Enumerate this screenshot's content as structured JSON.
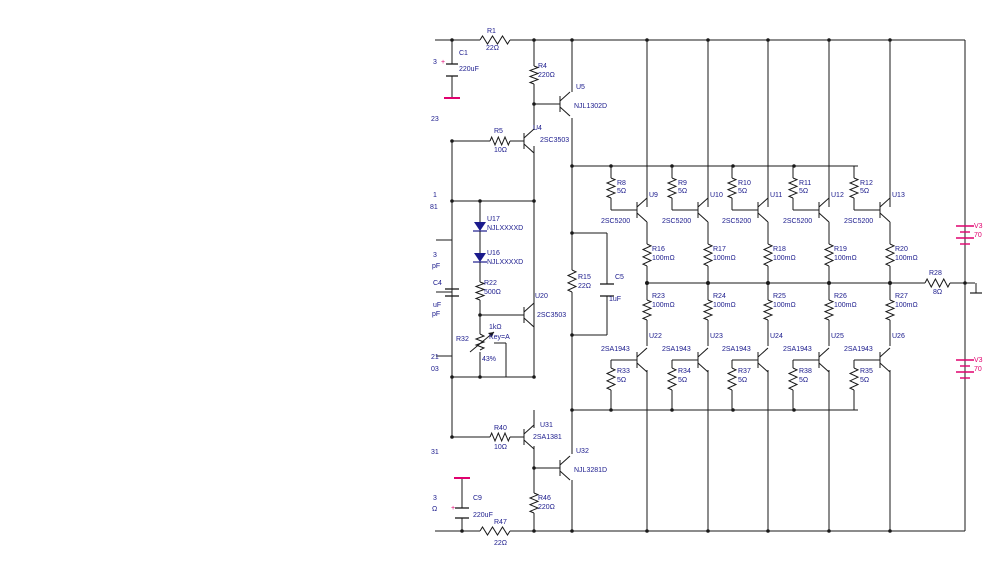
{
  "colors": {
    "wire": "#1a1a1a",
    "label": "#1a1a8c",
    "supply": "#e0006e",
    "diode": "#1a1a8c"
  },
  "clipped": [
    "3",
    "23",
    "1",
    "81",
    "3",
    "pF",
    "C4",
    "uF",
    "pF",
    "21",
    "03",
    "31",
    "3",
    "Ω",
    "V3",
    "70",
    "V3",
    "70"
  ],
  "top": {
    "r1_name": "R1",
    "r1_val": "22Ω",
    "c1_name": "C1",
    "c1_val": "220uF",
    "r4_name": "R4",
    "r4_val": "220Ω",
    "u5_name": "U5",
    "u5_part": "NJL1302D",
    "r5_name": "R5",
    "r5_val": "10Ω",
    "u4_name": "U4",
    "u4_part": "2SC3503"
  },
  "bias": {
    "u17_name": "U17",
    "u17_part": "NJLXXXXD",
    "u16_name": "U16",
    "u16_part": "NJLXXXXD",
    "r22_name": "R22",
    "r22_val": "500Ω",
    "u20_name": "U20",
    "u20_part": "2SC3503",
    "pot_val": "1kΩ",
    "pot_key": "Key=A",
    "r32_name": "R32",
    "pot_pct": "43%",
    "r15_name": "R15",
    "r15_val": "22Ω",
    "c5_name": "C5",
    "c5_val": "1uF"
  },
  "upper_stages": [
    {
      "r_name": "R8",
      "r_val": "5Ω",
      "u_name": "U9",
      "part": "2SC5200",
      "re_name": "R16",
      "re_val": "100mΩ"
    },
    {
      "r_name": "R9",
      "r_val": "5Ω",
      "u_name": "U10",
      "part": "2SC5200",
      "re_name": "R17",
      "re_val": "100mΩ"
    },
    {
      "r_name": "R10",
      "r_val": "5Ω",
      "u_name": "U11",
      "part": "2SC5200",
      "re_name": "R18",
      "re_val": "100mΩ"
    },
    {
      "r_name": "R11",
      "r_val": "5Ω",
      "u_name": "U12",
      "part": "2SC5200",
      "re_name": "R19",
      "re_val": "100mΩ"
    },
    {
      "r_name": "R12",
      "r_val": "5Ω",
      "u_name": "U13",
      "part": "2SC5200",
      "re_name": "R20",
      "re_val": "100mΩ"
    }
  ],
  "lower_stages": [
    {
      "re_name": "R23",
      "re_val": "100mΩ",
      "u_name": "U22",
      "part": "2SA1943",
      "r_name": "R33",
      "r_val": "5Ω"
    },
    {
      "re_name": "R24",
      "re_val": "100mΩ",
      "u_name": "U23",
      "part": "2SA1943",
      "r_name": "R34",
      "r_val": "5Ω"
    },
    {
      "re_name": "R25",
      "re_val": "100mΩ",
      "u_name": "U24",
      "part": "2SA1943",
      "r_name": "R37",
      "r_val": "5Ω"
    },
    {
      "re_name": "R26",
      "re_val": "100mΩ",
      "u_name": "U25",
      "part": "2SA1943",
      "r_name": "R38",
      "r_val": "5Ω"
    },
    {
      "re_name": "R27",
      "re_val": "100mΩ",
      "u_name": "U26",
      "part": "2SA1943",
      "r_name": "R35",
      "r_val": "5Ω"
    }
  ],
  "output": {
    "r28_name": "R28",
    "r28_val": "8Ω"
  },
  "bottom": {
    "r40_name": "R40",
    "r40_val": "10Ω",
    "u31_name": "U31",
    "u31_part": "2SA1381",
    "u32_name": "U32",
    "u32_part": "NJL3281D",
    "r46_name": "R46",
    "r46_val": "220Ω",
    "c9_name": "C9",
    "c9_val": "220uF",
    "r47_name": "R47",
    "r47_val": "22Ω"
  }
}
